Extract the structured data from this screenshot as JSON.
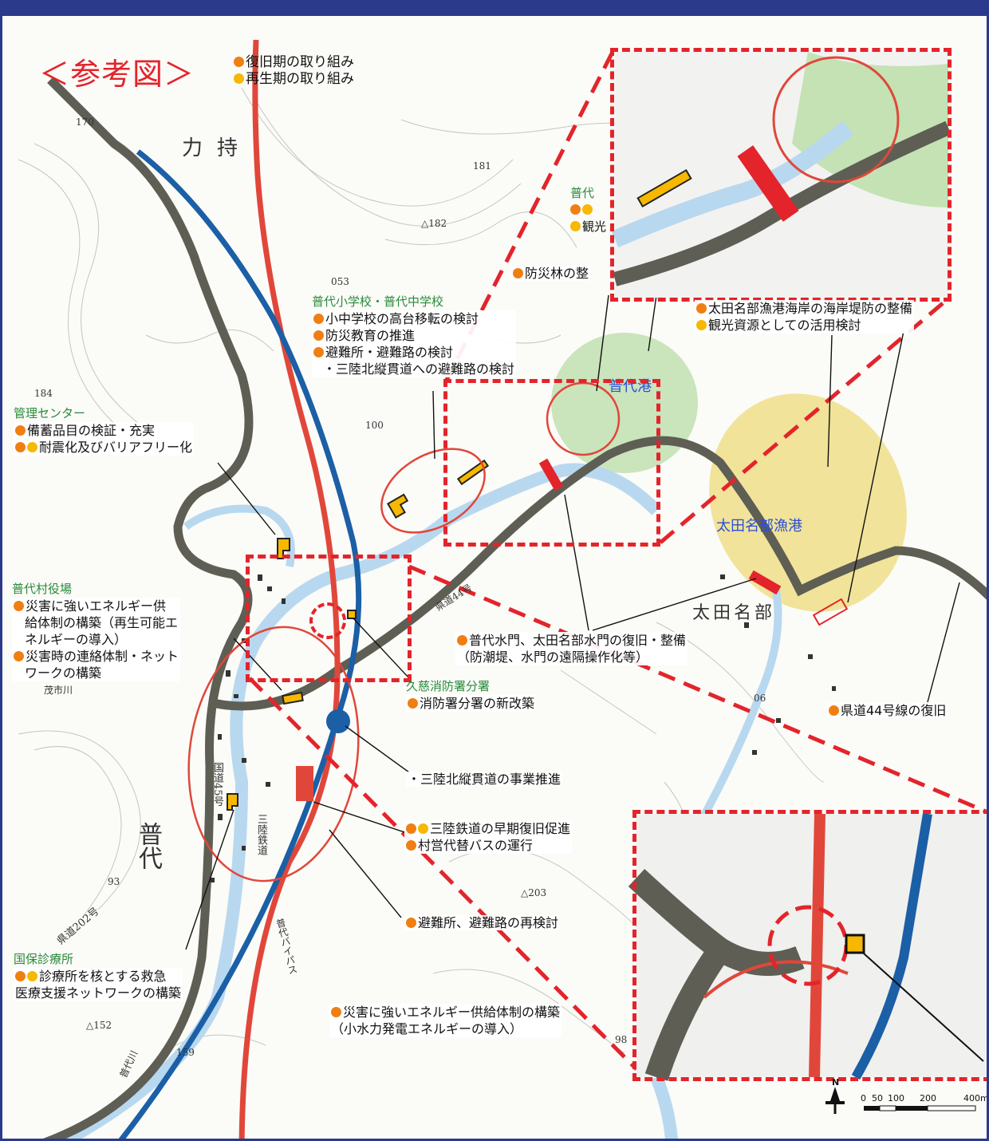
{
  "title": "＜参考図＞",
  "legend": [
    {
      "dots": [
        "orange"
      ],
      "text": "復旧期の取り組み"
    },
    {
      "dots": [
        "yellow"
      ],
      "text": "再生期の取り組み"
    }
  ],
  "colors": {
    "restoration": "#ef7f12",
    "regeneration": "#f6b800",
    "alert": "#e3242b",
    "route45": "#e0473a",
    "sanriku": "#1b5fa6",
    "road": "#5a5a50"
  },
  "callouts": {
    "school": {
      "header": "普代小学校・普代中学校",
      "items": [
        {
          "dots": [
            "orange"
          ],
          "text": "小中学校の高台移転の検討"
        },
        {
          "dots": [
            "orange"
          ],
          "text": "防災教育の推進"
        },
        {
          "dots": [
            "orange"
          ],
          "text": "避難所・避難路の検討"
        },
        {
          "dots": [],
          "text": "・三陸北縦貫道への避難路の検討"
        }
      ]
    },
    "center": {
      "header": "管理センター",
      "items": [
        {
          "dots": [
            "orange"
          ],
          "text": "備蓄品目の検証・充実"
        },
        {
          "dots": [
            "orange",
            "yellow"
          ],
          "text": "耐震化及びバリアフリー化"
        }
      ]
    },
    "office": {
      "header": "普代村役場",
      "items": [
        {
          "dots": [
            "orange"
          ],
          "text": "災害に強いエネルギー供"
        },
        {
          "dots": [],
          "text": "給体制の構築（再生可能エ"
        },
        {
          "dots": [],
          "text": "ネルギーの導入）"
        },
        {
          "dots": [
            "orange"
          ],
          "text": "災害時の連絡体制・ネット"
        },
        {
          "dots": [],
          "text": "ワークの構築"
        }
      ]
    },
    "fire": {
      "header": "久慈消防署分署",
      "items": [
        {
          "dots": [
            "orange"
          ],
          "text": "消防署分署の新改築"
        }
      ]
    },
    "clinic": {
      "header": "国保診療所",
      "items": [
        {
          "dots": [
            "orange",
            "yellow"
          ],
          "text": "診療所を核とする救急"
        },
        {
          "dots": [],
          "text": "医療支援ネットワークの構築"
        }
      ]
    },
    "port_top": {
      "header": "普代",
      "items": [
        {
          "dots": [
            "orange",
            "yellow"
          ],
          "text": ""
        },
        {
          "dots": [
            "yellow"
          ],
          "text": "観光"
        }
      ]
    },
    "forest": {
      "items": [
        {
          "dots": [
            "orange"
          ],
          "text": "防災林の整"
        }
      ]
    },
    "otanabe": {
      "items": [
        {
          "dots": [
            "orange"
          ],
          "text": "太田名部漁港海岸の海岸堤防の整備"
        },
        {
          "dots": [
            "yellow"
          ],
          "text": "観光資源としての活用検討"
        }
      ]
    },
    "gates": {
      "items": [
        {
          "dots": [
            "orange"
          ],
          "text": "普代水門、太田名部水門の復旧・整備"
        },
        {
          "dots": [],
          "text": "（防潮堤、水門の遠隔操作化等）"
        }
      ]
    },
    "route44": {
      "items": [
        {
          "dots": [
            "orange"
          ],
          "text": "県道44号線の復旧"
        }
      ]
    },
    "expressway": {
      "items": [
        {
          "dots": [],
          "text": "・三陸北縦貫道の事業推進"
        }
      ]
    },
    "railway": {
      "items": [
        {
          "dots": [
            "orange",
            "yellow"
          ],
          "text": "三陸鉄道の早期復旧促進"
        },
        {
          "dots": [
            "orange"
          ],
          "text": "村営代替バスの運行"
        }
      ]
    },
    "shelter": {
      "items": [
        {
          "dots": [
            "orange"
          ],
          "text": "避難所、避難路の再検討"
        }
      ]
    },
    "hydro": {
      "items": [
        {
          "dots": [
            "orange"
          ],
          "text": "災害に強いエネルギー供給体制の構築"
        },
        {
          "dots": [],
          "text": "（小水力発電エネルギーの導入）"
        }
      ]
    }
  },
  "map_labels": {
    "hidekuro": "力持",
    "fudai_port": "普代港",
    "otanabe_port": "太田名部漁港",
    "otanabe": "太田名部",
    "route44": "県道44号",
    "route202": "県道202号",
    "route45": "国道45号",
    "sanriku_rail": "三陸鉄道",
    "bypass": "普代バイパス",
    "fudai": "普代",
    "fudai_river": "普代川",
    "momoichi": "茂市川",
    "height_170": "170",
    "height_181": "181",
    "height_182": "△182",
    "height_184": "184",
    "height_203": "△203",
    "height_159": "159",
    "height_152": "△152",
    "height_93": "93",
    "height_98": "98",
    "height_06": "06",
    "height_053": "053",
    "height_100": "100"
  },
  "scale_bar": {
    "label_0": "0",
    "label_50": "50",
    "label_100": "100",
    "label_200": "200",
    "label_400": "400m",
    "north": "N"
  }
}
